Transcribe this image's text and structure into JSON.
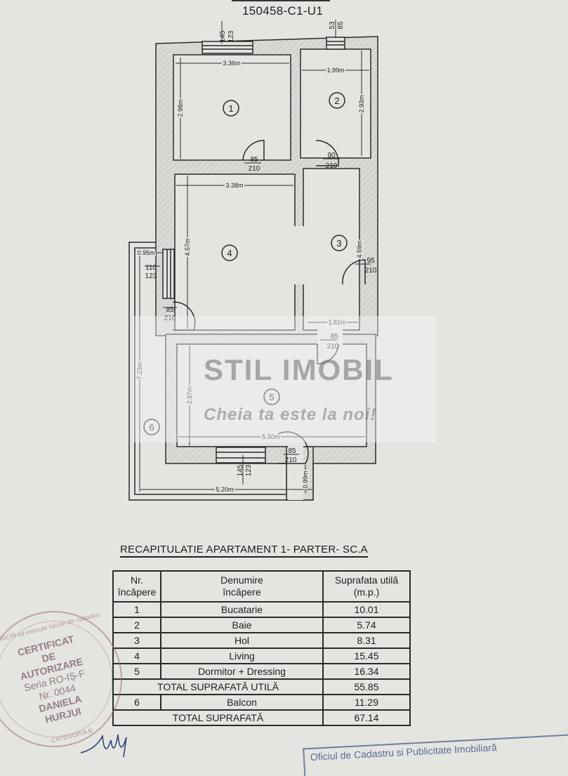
{
  "header": {
    "cadastral_code": "150458-C1-U1"
  },
  "plan": {
    "rooms": [
      {
        "number": "1"
      },
      {
        "number": "2"
      },
      {
        "number": "3"
      },
      {
        "number": "4"
      },
      {
        "number": "5"
      },
      {
        "number": "6"
      }
    ],
    "dimensions": {
      "r1_width": "3.36m",
      "r1_height": "2.98m",
      "r2_width": "1.99m",
      "r2_height": "2.93m",
      "r4_width": "3.38m",
      "r4_height": "4.57m",
      "r3_height": "4.59m",
      "r3_width": "1.81m",
      "r5_width": "5.50m",
      "r5_height": "2.97m",
      "balcony_width": "5.20m",
      "balcony_height": "7.23m",
      "balcony_left": "0.95m",
      "balcony_right": "0.99m"
    },
    "openings": {
      "win_top1": [
        "145",
        "123"
      ],
      "win_top2": [
        "53",
        "85"
      ],
      "door_r1": [
        "85",
        "210"
      ],
      "door_r2": [
        "90",
        "210"
      ],
      "door_hol": [
        "95",
        "210"
      ],
      "win_balcony": [
        "110",
        "123"
      ],
      "door_living": [
        "85",
        "210"
      ],
      "door_r5": [
        "85",
        "210"
      ],
      "door_balcony": [
        "85",
        "210"
      ],
      "win_bottom": [
        "145",
        "123"
      ]
    }
  },
  "watermark": {
    "brand": "STIL IMOBIL",
    "slogan": "Cheia ta este la noi!"
  },
  "summary": {
    "title": "RECAPITULATIE  APARTAMENT 1- PARTER- SC.A",
    "headers": [
      "Nr.\nîncăpere",
      "Denumire\nîncăpere",
      "Suprafata utilă\n(m.p.)"
    ],
    "rows": [
      {
        "nr": "1",
        "name": "Bucatarie",
        "area": "10.01"
      },
      {
        "nr": "2",
        "name": "Baie",
        "area": "5.74"
      },
      {
        "nr": "3",
        "name": "Hol",
        "area": "8.31"
      },
      {
        "nr": "4",
        "name": "Living",
        "area": "15.45"
      },
      {
        "nr": "5",
        "name": "Dormitor + Dressing",
        "area": "16.34"
      }
    ],
    "total_util": {
      "label": "TOTAL SUPRAFATĂ UTILĂ",
      "area": "55.85"
    },
    "balcony": {
      "nr": "6",
      "name": "Balcon",
      "area": "11.29"
    },
    "total": {
      "label": "TOTAL SUPRAFATĂ",
      "area": "67.14"
    }
  },
  "stamp": {
    "lines": [
      "CERTIFICAT",
      "DE",
      "AUTORIZARE",
      "Seria RO-IȘ-F",
      "Nr. 0044",
      "DANIELA",
      "HURJUI"
    ],
    "ring_text": "ANCPI sa execute lucrari de cadastru",
    "category": "CATEGORIA B"
  },
  "office_stamp": {
    "text": "Oficiul de Cadastru si Publicitate Imobiliară"
  },
  "colors": {
    "paper": "#e4e4e1",
    "ink": "#222222",
    "stamp": "#a06e78",
    "office_stamp": "#5a6a94"
  }
}
